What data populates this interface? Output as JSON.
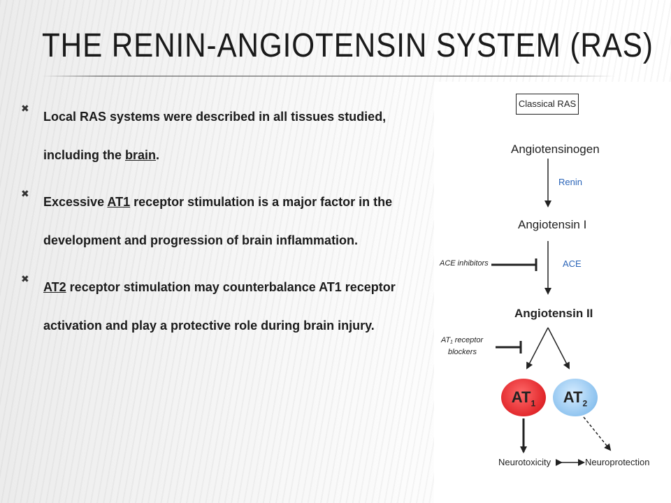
{
  "slide": {
    "title": "The Renin-Angiotensin System (RAS)"
  },
  "bullets": [
    {
      "marker": "✖",
      "segments": [
        {
          "text": "Local RAS systems were described in all tissues studied, including the ",
          "underline": false
        },
        {
          "text": "brain",
          "underline": true
        },
        {
          "text": ".",
          "underline": false
        }
      ]
    },
    {
      "marker": "✖",
      "segments": [
        {
          "text": "Excessive ",
          "underline": false
        },
        {
          "text": " AT1",
          "underline": true
        },
        {
          "text": " receptor stimulation is a major factor in the development and progression of brain inflammation.",
          "underline": false
        }
      ]
    },
    {
      "marker": "✖",
      "segments": [
        {
          "text": "AT2",
          "underline": true
        },
        {
          "text": " receptor stimulation may counterbalance AT1 receptor activation and play a protective role during brain injury.",
          "underline": false
        }
      ]
    }
  ],
  "diagram": {
    "header": "Classical RAS",
    "nodes": {
      "angiotensinogen": "Angiotensinogen",
      "renin": "Renin",
      "angiotensin_i": "Angiotensin I",
      "ace_inhibitors": "ACE inhibitors",
      "ace": "ACE",
      "angiotensin_ii": "Angiotensin II",
      "at1_blockers_line1": "AT₁ receptor",
      "at1_blockers_line2": "blockers",
      "at1_main": "AT",
      "at1_sub": "1",
      "at2_main": "AT",
      "at2_sub": "2",
      "neurotoxicity": "Neurotoxicity",
      "neuroprotection": "Neuroprotection"
    },
    "colors": {
      "enzyme_label": "#2a64b8",
      "at1_fill": "#e1262a",
      "at2_fill": "#8ec3ef",
      "arrow": "#222222"
    }
  }
}
